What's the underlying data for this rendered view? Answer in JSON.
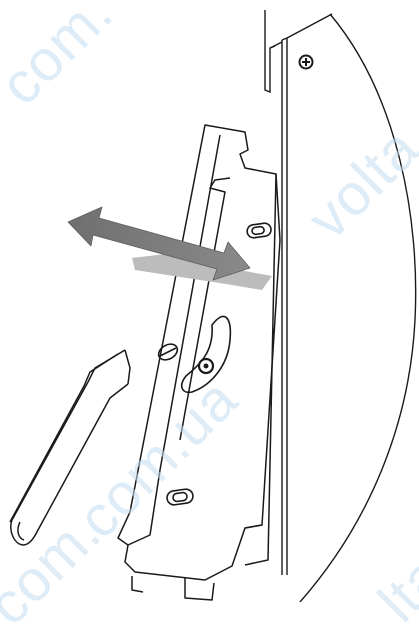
{
  "figure": {
    "description_colors": {
      "line": "#1a1a1a",
      "arrow_dark": "#777777",
      "arrow_light": "#b8b8b8",
      "watermark": "#c3dcf0"
    },
    "icons": {
      "screw": "screw-icon",
      "move_arrow": "double-arrow-icon"
    }
  },
  "watermark": {
    "fragments": [
      "com.",
      "volta",
      "com.ua",
      "com.",
      "lta"
    ]
  }
}
